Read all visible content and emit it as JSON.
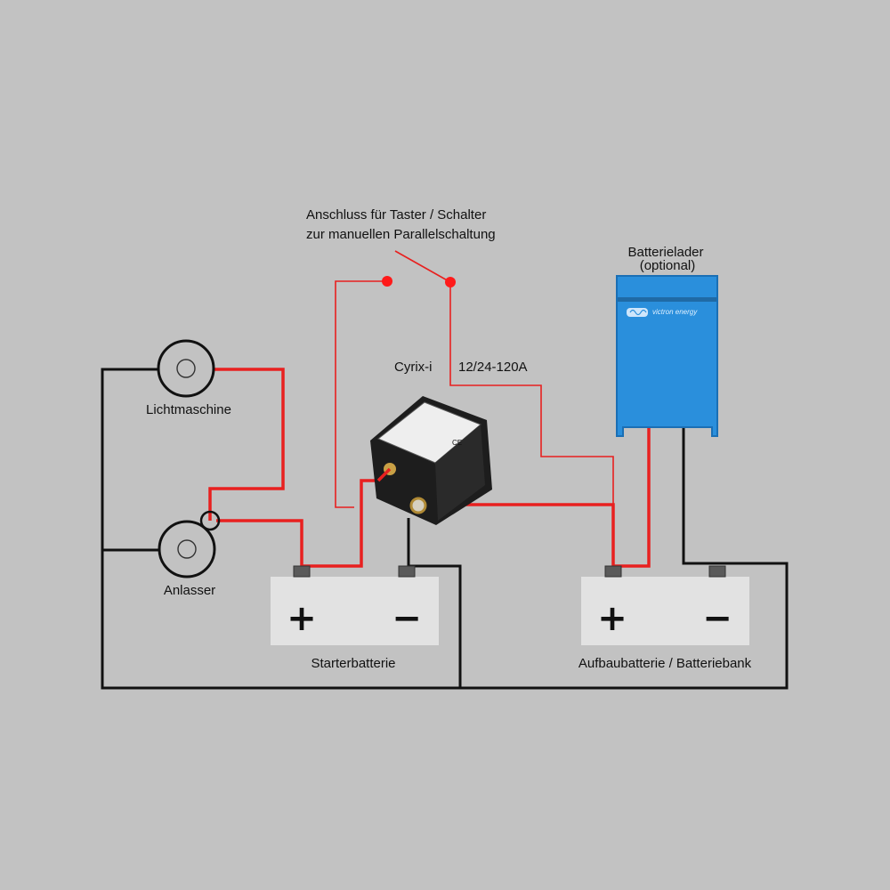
{
  "title": "Cyrix-i wiring diagram",
  "labels": {
    "switch_line1": "Anschluss für Taster / Schalter",
    "switch_line2": "zur manuellen Parallelschaltung",
    "charger_line1": "Batterielader",
    "charger_line2": "(optional)",
    "charger_brand": "victron energy",
    "device_name": "Cyrix-i",
    "device_rating": "12/24-120A",
    "alternator": "Lichtmaschine",
    "starter_motor": "Anlasser",
    "starter_battery": "Starterbatterie",
    "house_battery": "Aufbaubatterie / Batteriebank",
    "plus": "+",
    "minus": "−"
  },
  "colors": {
    "background": "#c2c2c2",
    "positive_wire": "#e8201f",
    "negative_wire": "#111111",
    "charger_body": "#2a8fdc",
    "battery_body": "#e2e2e2",
    "terminal": "#5a5a5a"
  }
}
